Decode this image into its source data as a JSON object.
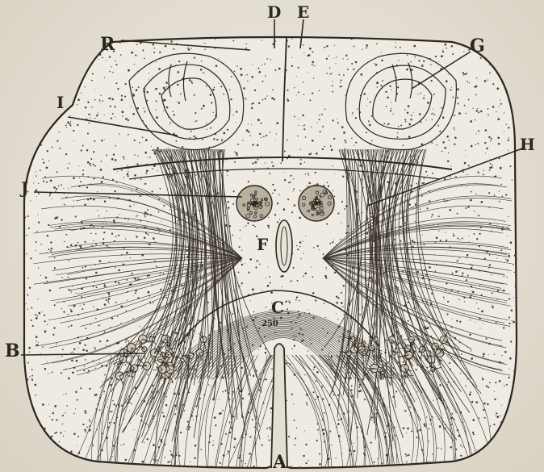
{
  "figure": {
    "labels": [
      {
        "id": "A",
        "text": "A"
      },
      {
        "id": "B",
        "text": "B"
      },
      {
        "id": "C",
        "text": "C"
      },
      {
        "id": "D",
        "text": "D"
      },
      {
        "id": "E",
        "text": "E"
      },
      {
        "id": "F",
        "text": "F"
      },
      {
        "id": "G",
        "text": "G"
      },
      {
        "id": "H",
        "text": "H"
      },
      {
        "id": "I",
        "text": "I"
      },
      {
        "id": "J",
        "text": "J"
      },
      {
        "id": "R",
        "text": "R"
      }
    ],
    "scale_note": "250",
    "colors": {
      "paper": "#e4dfd3",
      "ink": "#2a2620",
      "section": "#efebe2"
    }
  }
}
